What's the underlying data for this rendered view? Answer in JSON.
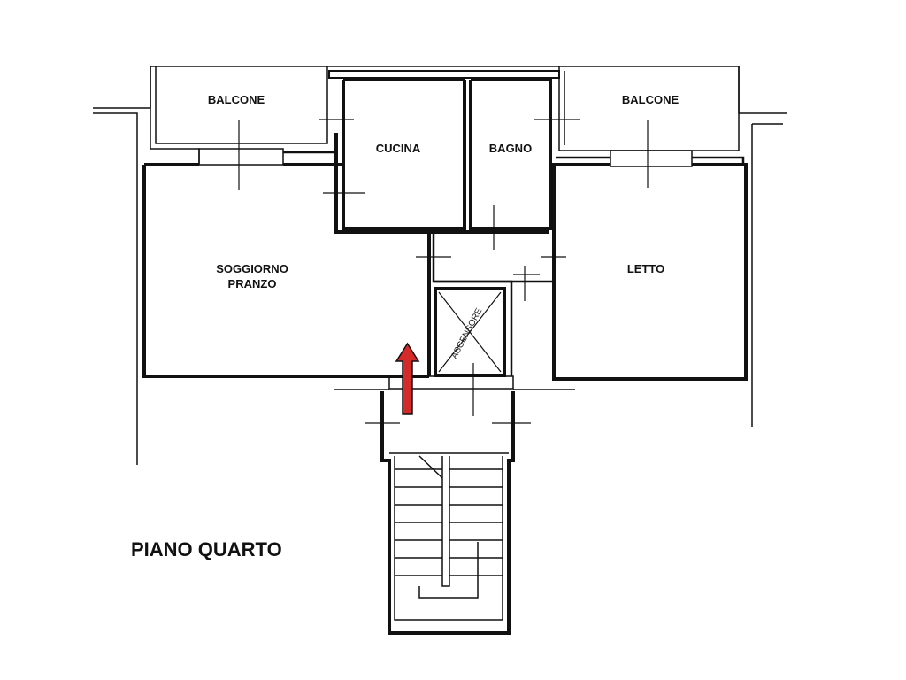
{
  "rooms": {
    "balcone_left": "BALCONE",
    "balcone_right": "BALCONE",
    "cucina": "CUCINA",
    "bagno": "BAGNO",
    "soggiorno_line1": "SOGGIORNO",
    "soggiorno_line2": "PRANZO",
    "letto": "LETTO",
    "ascensore": "ASCENSORE"
  },
  "floor_title": "PIANO QUARTO",
  "colors": {
    "walls": "#111111",
    "entry_arrow": "#d42a2a"
  },
  "icons": [
    "entry-arrow-icon",
    "elevator-cross-icon",
    "staircase-icon"
  ]
}
